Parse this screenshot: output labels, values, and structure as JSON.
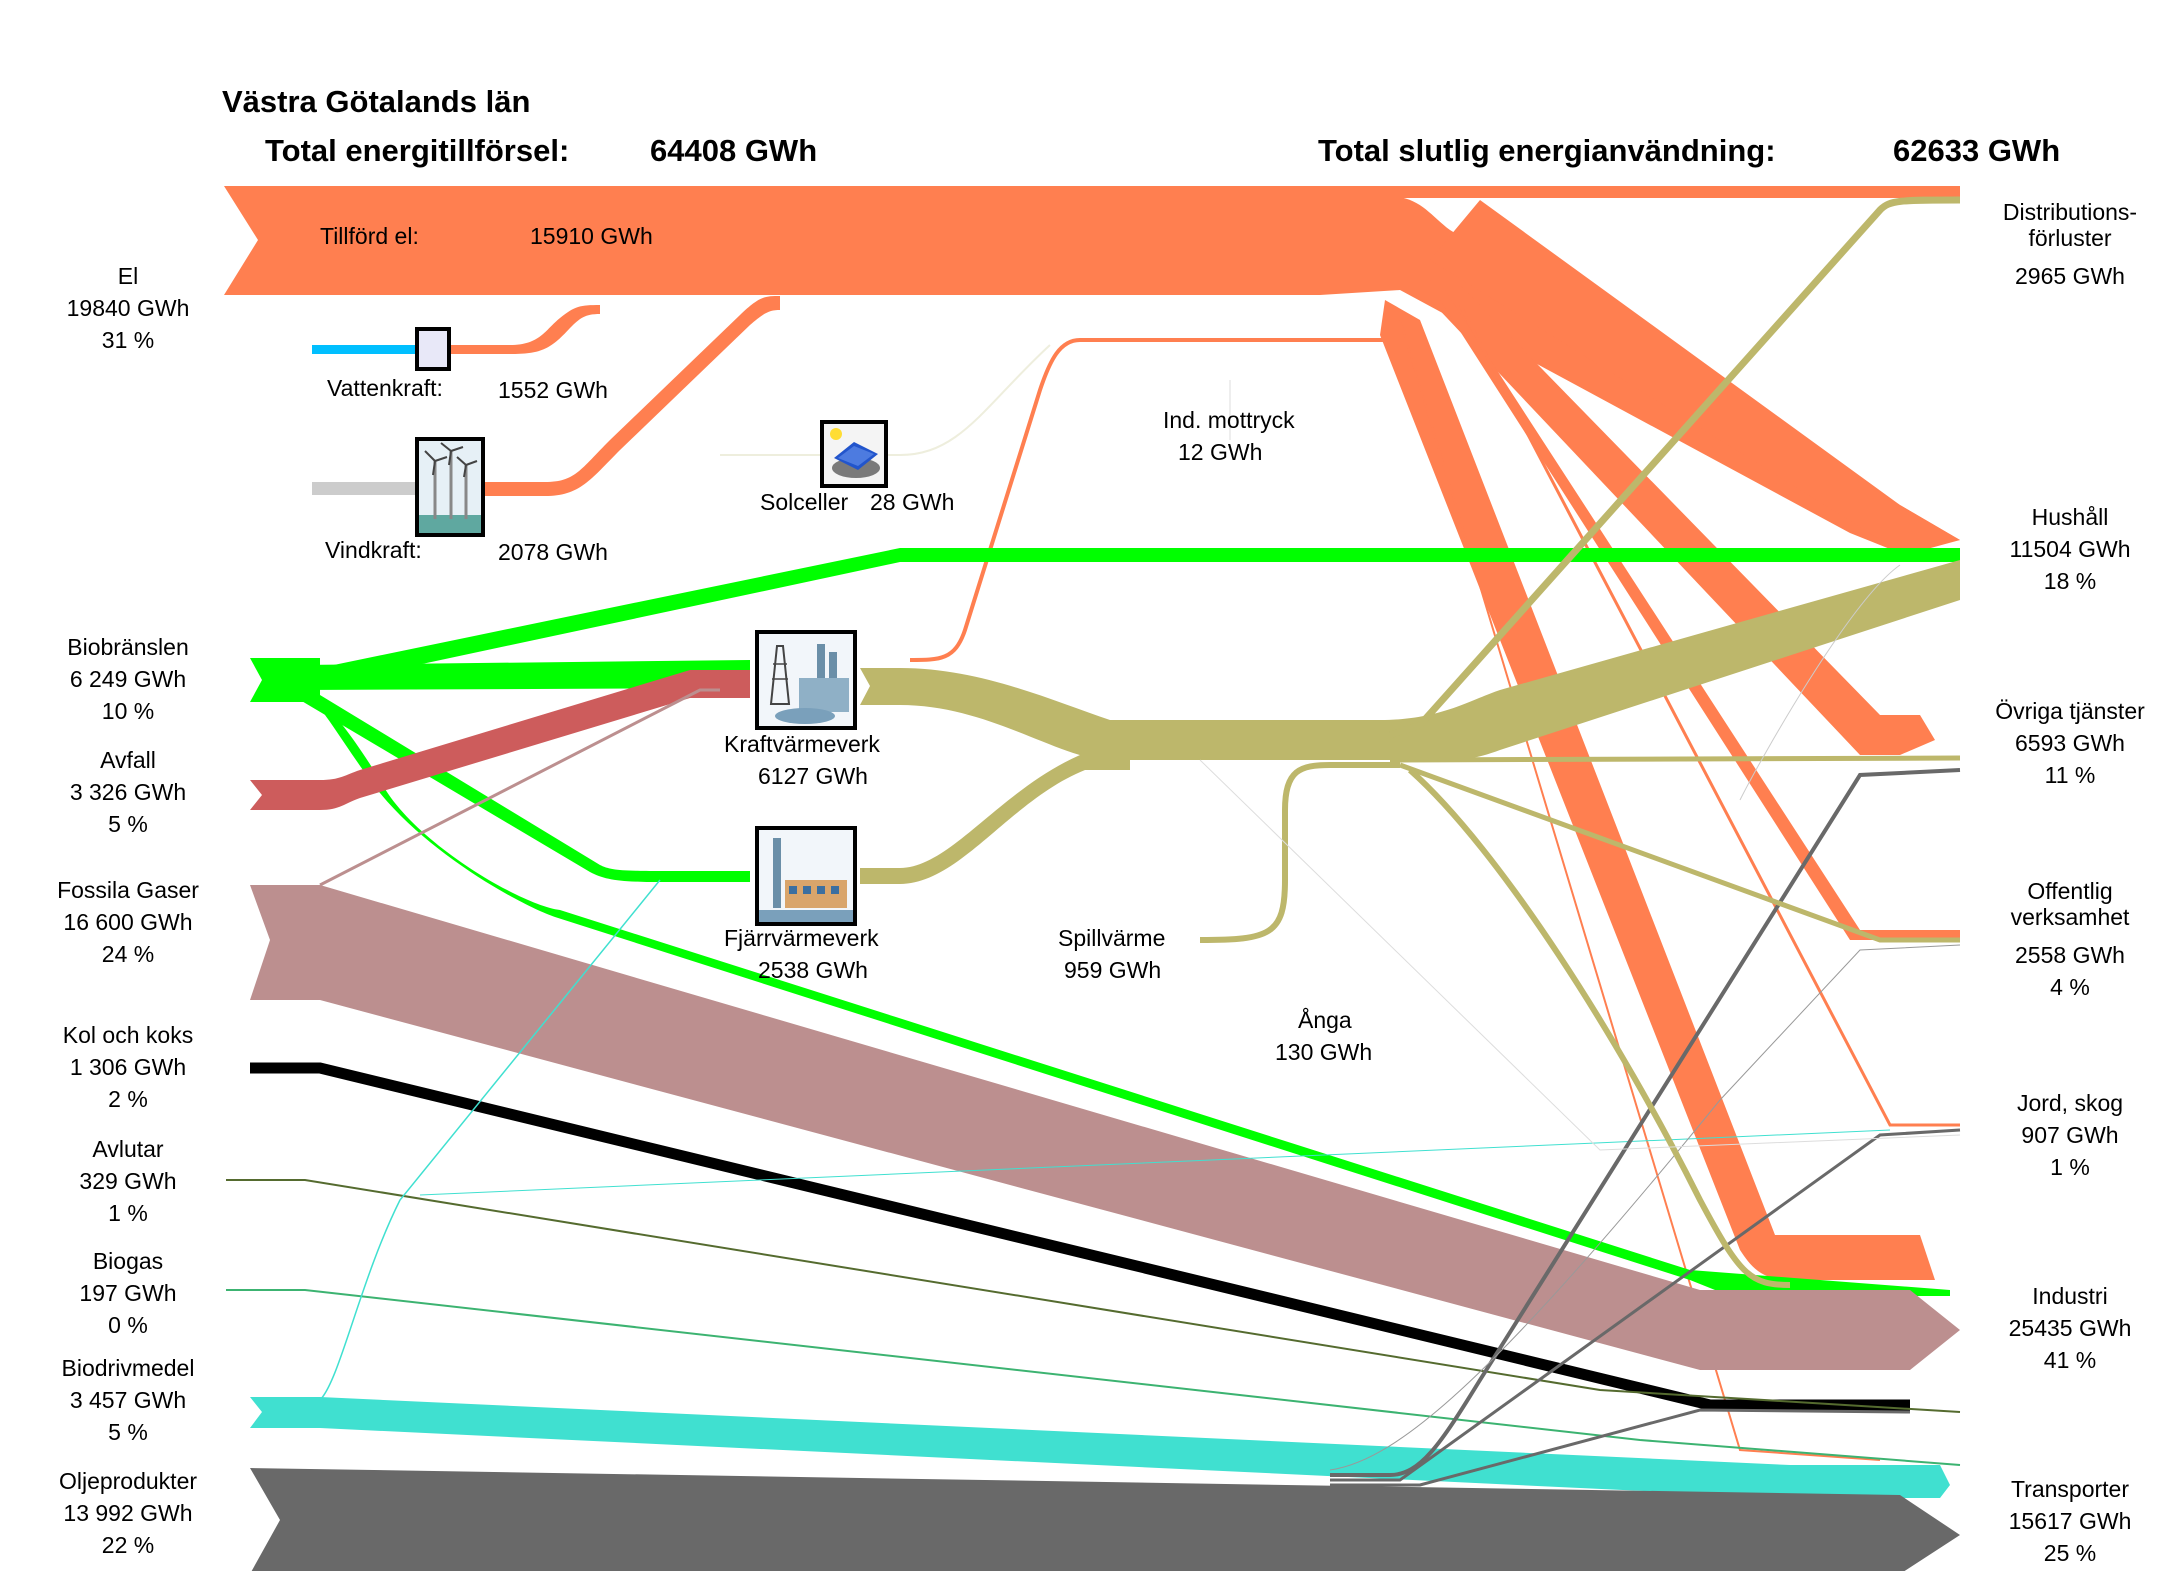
{
  "title": "Västra Götalands län",
  "totals": {
    "supply_label": "Total energitillförsel:",
    "supply_value": "64408 GWh",
    "use_label": "Total slutlig energianvändning:",
    "use_value": "62633 GWh"
  },
  "sources": [
    {
      "id": "el",
      "name": "El",
      "value": "19840 GWh",
      "pct": "31 %",
      "color": "#ff7f50"
    },
    {
      "id": "biobransle",
      "name": "Biobränslen",
      "value": "6 249 GWh",
      "pct": "10 %",
      "color": "#00ff00"
    },
    {
      "id": "avfall",
      "name": "Avfall",
      "value": "3 326 GWh",
      "pct": "5 %",
      "color": "#cd5c5c"
    },
    {
      "id": "fossila_gaser",
      "name": "Fossila Gaser",
      "value": "16 600 GWh",
      "pct": "24 %",
      "color": "#bc8f8f"
    },
    {
      "id": "kol",
      "name": "Kol och koks",
      "value": "1 306 GWh",
      "pct": "2 %",
      "color": "#000000"
    },
    {
      "id": "avlutar",
      "name": "Avlutar",
      "value": "329 GWh",
      "pct": "1 %",
      "color": "#556b2f"
    },
    {
      "id": "biogas",
      "name": "Biogas",
      "value": "197 GWh",
      "pct": "0 %",
      "color": "#3cb371"
    },
    {
      "id": "biodrivmedel",
      "name": "Biodrivmedel",
      "value": "3 457 GWh",
      "pct": "5 %",
      "color": "#40e0d0"
    },
    {
      "id": "olja",
      "name": "Oljeprodukter",
      "value": "13 992 GWh",
      "pct": "22 %",
      "color": "#696969"
    }
  ],
  "sinks": [
    {
      "id": "distribution",
      "name_l1": "Distributions-",
      "name_l2": "förluster",
      "value": "2965 GWh"
    },
    {
      "id": "hushall",
      "name": "Hushåll",
      "value": "11504 GWh",
      "pct": "18 %"
    },
    {
      "id": "ovriga",
      "name": "Övriga tjänster",
      "value": "6593 GWh",
      "pct": "11 %"
    },
    {
      "id": "offentlig",
      "name_l1": "Offentlig",
      "name_l2": "verksamhet",
      "value": "2558 GWh",
      "pct": "4 %"
    },
    {
      "id": "jord",
      "name": "Jord, skog",
      "value": "907 GWh",
      "pct": "1 %"
    },
    {
      "id": "industri",
      "name": "Industri",
      "value": "25435 GWh",
      "pct": "41 %"
    },
    {
      "id": "transporter",
      "name": "Transporter",
      "value": "15617 GWh",
      "pct": "25 %"
    }
  ],
  "flows": {
    "tillford_el_label": "Tillförd el:",
    "tillford_el_value": "15910 GWh",
    "vattenkraft_label": "Vattenkraft:",
    "vattenkraft_value": "1552 GWh",
    "vindkraft_label": "Vindkraft:",
    "vindkraft_value": "2078 GWh",
    "solceller_label": "Solceller",
    "solceller_value": "28 GWh",
    "ind_mottryck_label": "Ind. mottryck",
    "ind_mottryck_value": "12 GWh",
    "kraftvarmeverk_label": "Kraftvärmeverk",
    "kraftvarmeverk_value": "6127 GWh",
    "fjarrvarmeverk_label": "Fjärrvärmeverk",
    "fjarrvarmeverk_value": "2538 GWh",
    "spillvarme_label": "Spillvärme",
    "spillvarme_value": "959 GWh",
    "anga_label": "Ånga",
    "anga_value": "130 GWh"
  },
  "colors": {
    "el": "#ff7f50",
    "bio": "#00ff00",
    "avfall": "#cd5c5c",
    "gas": "#bc8f8f",
    "kol": "#000000",
    "avlutar": "#556b2f",
    "biogas": "#3cb371",
    "biodrivmedel": "#40e0d0",
    "olja": "#696969",
    "heat": "#bdb76b",
    "vatten": "#00bfff",
    "vind": "#cccccc"
  }
}
